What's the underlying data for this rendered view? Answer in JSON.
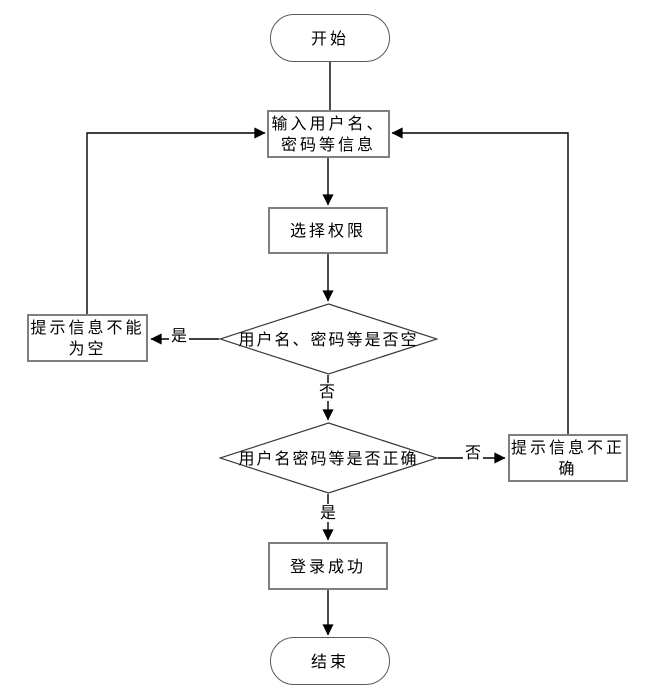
{
  "diagram": {
    "type": "flowchart",
    "background_color": "#ffffff",
    "line_color": "#000000",
    "process_border_color": "#7f7f7f",
    "terminator_border_color": "#595959",
    "decision_border_color": "#3a3a3a",
    "text_color": "#000000"
  },
  "nodes": {
    "start": {
      "type": "terminator",
      "label": "开始"
    },
    "input_info": {
      "type": "process",
      "lines": [
        "输入用户名、",
        "密码等信息"
      ]
    },
    "select_permission": {
      "type": "process",
      "label": "选择权限"
    },
    "check_empty": {
      "type": "decision",
      "label": "用户名、密码等是否空"
    },
    "prompt_empty": {
      "type": "process",
      "lines": [
        "提示信息不能",
        "为空"
      ]
    },
    "check_correct": {
      "type": "decision",
      "label": "用户名密码等是否正确"
    },
    "prompt_incorrect": {
      "type": "process",
      "lines": [
        "提示信息不正",
        "确"
      ]
    },
    "login_success": {
      "type": "process",
      "label": "登录成功"
    },
    "end": {
      "type": "terminator",
      "label": "结束"
    }
  },
  "edge_labels": {
    "empty_yes": "是",
    "empty_no": "否",
    "correct_no": "否",
    "correct_yes": "是"
  }
}
